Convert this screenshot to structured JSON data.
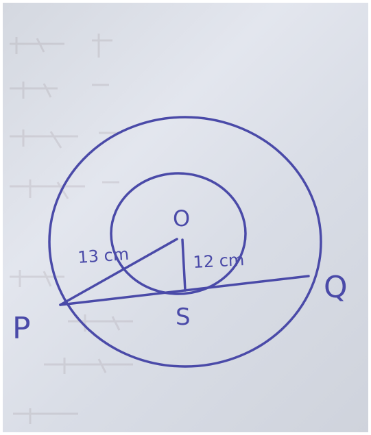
{
  "diagram": {
    "colors": {
      "ink": "#4a4aa8",
      "paper": "#dde0e8",
      "bleed": "#b9b5b8"
    },
    "labels": {
      "center": "O",
      "point_p": "P",
      "point_q": "Q",
      "point_s": "S",
      "length_op": "13 cm",
      "length_os": "12 cm"
    }
  }
}
